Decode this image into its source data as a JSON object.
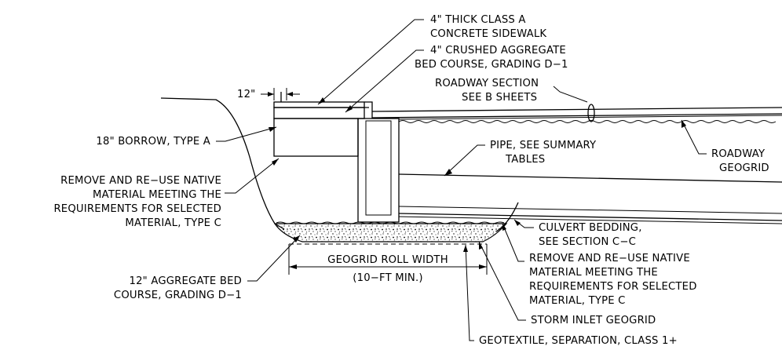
{
  "drawing": {
    "labels": {
      "sidewalk": [
        "4\" THICK CLASS A",
        "CONCRETE SIDEWALK"
      ],
      "bed_course": [
        "4\" CRUSHED AGGREGATE",
        "BED COURSE, GRADING D−1"
      ],
      "roadway_section": [
        "ROADWAY SECTION",
        "SEE B SHEETS"
      ],
      "dim_12": "12\"",
      "borrow": "18\" BORROW, TYPE A",
      "pipe": [
        "PIPE, SEE SUMMARY",
        "TABLES"
      ],
      "roadway_geogrid": [
        "ROADWAY",
        "GEOGRID"
      ],
      "native_left": [
        "REMOVE AND RE−USE NATIVE",
        "MATERIAL MEETING THE",
        "REQUIREMENTS FOR SELECTED",
        "MATERIAL, TYPE C"
      ],
      "culvert_bedding": [
        "CULVERT BEDDING,",
        "SEE SECTION C−C"
      ],
      "native_right": [
        "REMOVE AND RE−USE NATIVE",
        "MATERIAL MEETING THE",
        "REQUIREMENTS FOR SELECTED",
        "MATERIAL, TYPE C"
      ],
      "geogrid_roll": [
        "GEOGRID ROLL WIDTH",
        "(10−FT MIN.)"
      ],
      "aggregate_bed": [
        "12\" AGGREGATE BED",
        "COURSE, GRADING D−1"
      ],
      "storm_inlet": "STORM INLET GEOGRID",
      "geotextile": "GEOTEXTILE, SEPARATION, CLASS 1+"
    }
  }
}
